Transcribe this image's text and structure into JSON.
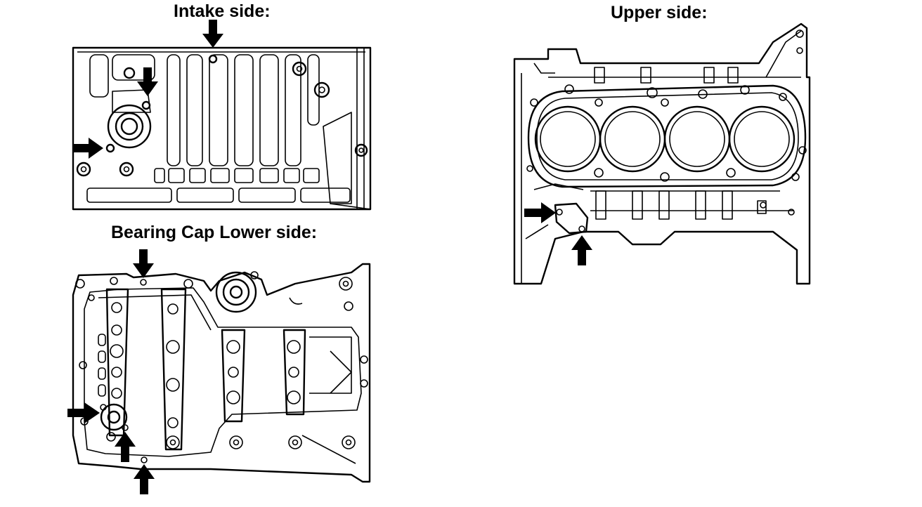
{
  "labels": {
    "intake": "Intake side:",
    "bearing": "Bearing Cap Lower side:",
    "upper": "Upper side:"
  },
  "colors": {
    "ink": "#000000",
    "paper": "#ffffff"
  },
  "figures": {
    "intake": {
      "arrows": 3
    },
    "bearing": {
      "arrows": 4
    },
    "upper": {
      "arrows": 2,
      "cylinders": 4
    }
  }
}
